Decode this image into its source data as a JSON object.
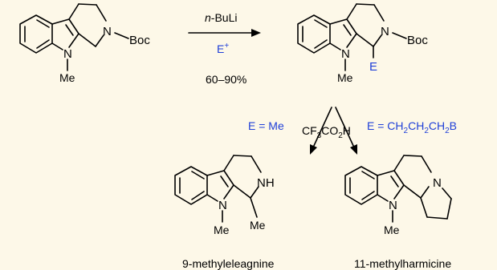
{
  "colors": {
    "background": "#fdf8e8",
    "bonds": "#000000",
    "reagent_highlight": "#1f3fd8"
  },
  "start_material": {
    "n_ring": "N",
    "protecting_group": "Boc",
    "n_indole": "N",
    "n_methyl": "Me"
  },
  "step1": {
    "reagent_prefix": "n",
    "reagent_suffix": "-BuLi",
    "electrophile": "E",
    "electrophile_charge": "+",
    "yield": "60–90%"
  },
  "intermediate": {
    "n_ring": "N",
    "protecting_group": "Boc",
    "n_indole": "N",
    "n_methyl": "Me",
    "substituent": "E"
  },
  "step2": {
    "left_condition": "E = Me",
    "acid_a": "CF",
    "acid_b": "3",
    "acid_c": "CO",
    "acid_d": "2",
    "acid_e": "H",
    "right_condition_a": "E = CH",
    "right_condition_b": "2",
    "right_condition_c": "CH",
    "right_condition_d": "2",
    "right_condition_e": "CH",
    "right_condition_f": "2",
    "right_condition_g": "B"
  },
  "product_left": {
    "nh": "NH",
    "n_indole": "N",
    "n_methyl": "Me",
    "c_methyl": "Me",
    "name": "9-methyleleagnine"
  },
  "product_right": {
    "n_ring": "N",
    "n_indole": "N",
    "n_methyl": "Me",
    "name": "11-methylharmicine"
  }
}
